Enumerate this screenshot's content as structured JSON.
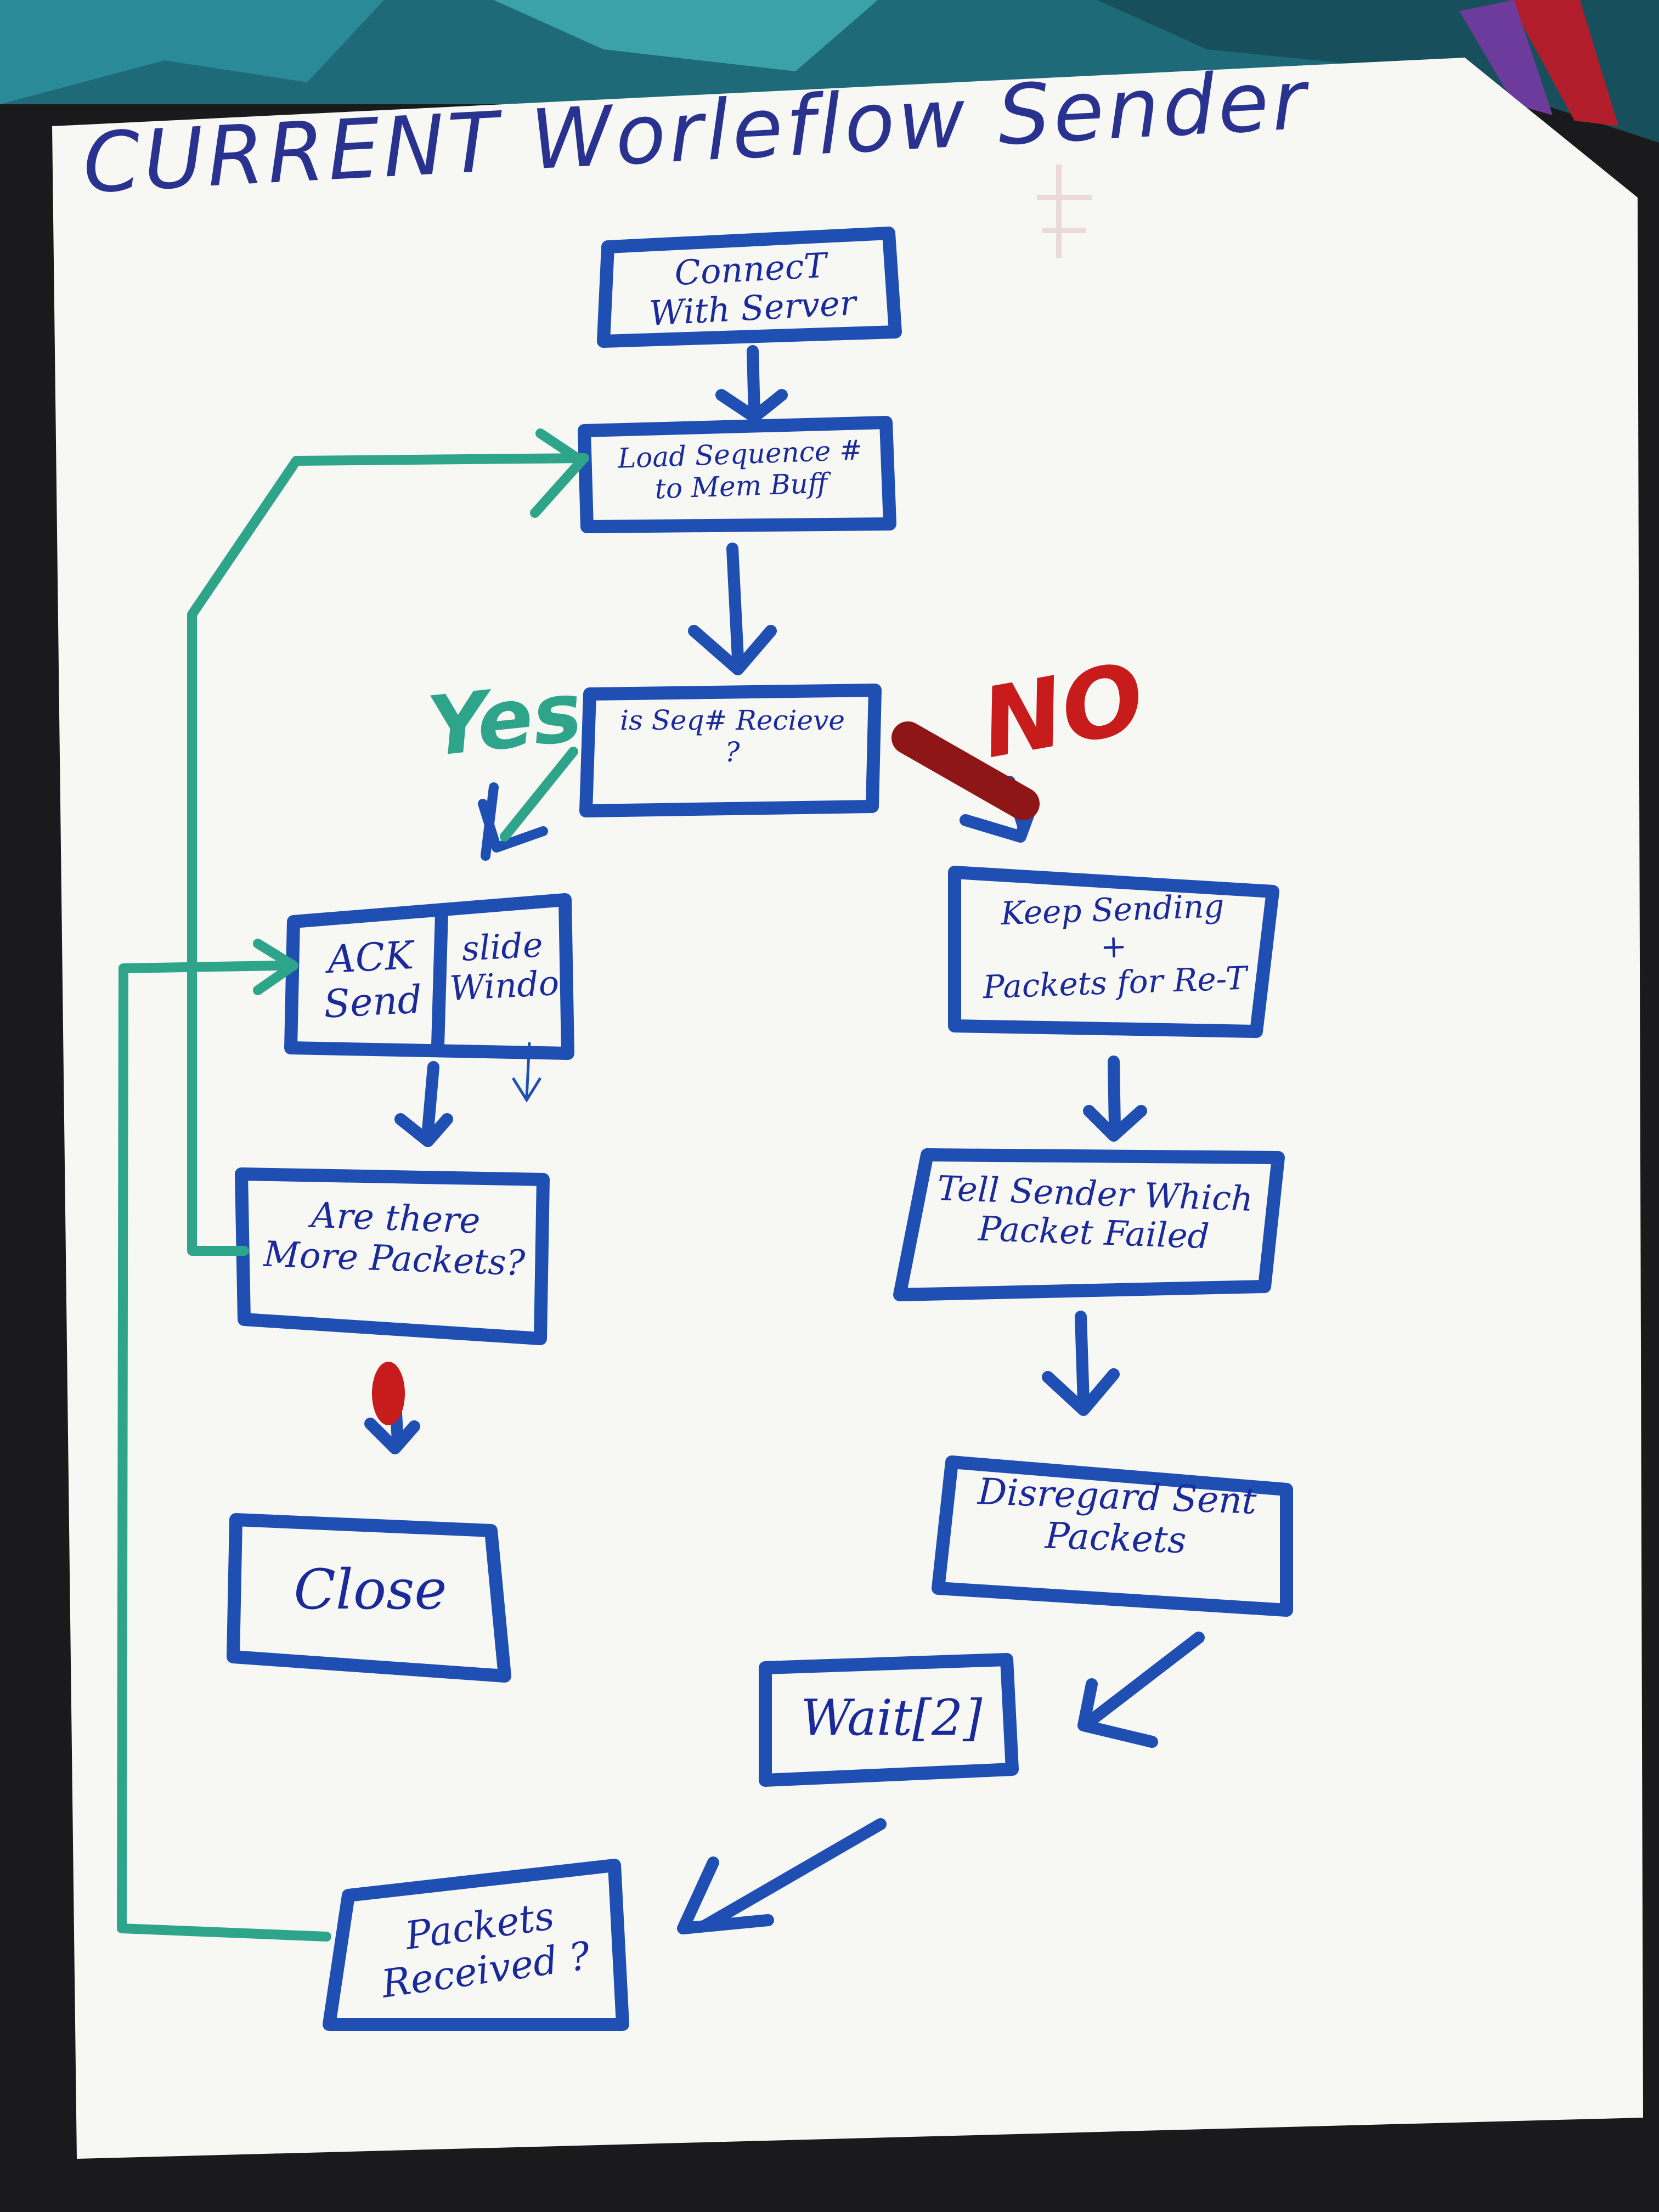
{
  "colors": {
    "box": "#1f4fb3",
    "loop": "#2ea58a",
    "no": "#c81b1b",
    "paper": "#f7f7f4",
    "backdrop": "#1a1a1c",
    "fabric": "#1f6a78"
  },
  "title": "CURRENT Worleflow Sender",
  "branch_labels": {
    "yes": "Yes",
    "no": "NO"
  },
  "nodes": {
    "connect": "ConnecT\nWith Server",
    "load_seq": "Load Sequence #\nto     Mem Buff",
    "is_seq_received": "is Seq# Recieve\n?",
    "ack_send": "ACK\nSend",
    "slide_window": "slide\nWindo",
    "more_packets": "Are there\nMore Packets?",
    "close": "Close",
    "keep_sending": "Keep Sending\n+\nPackets for Re-T",
    "tell_sender": "Tell Sender Which\nPacket Failed",
    "disregard": "Disregard Sent\nPackets",
    "wait": "Wait[2]",
    "packets_received": "Packets\nReceived ?"
  }
}
